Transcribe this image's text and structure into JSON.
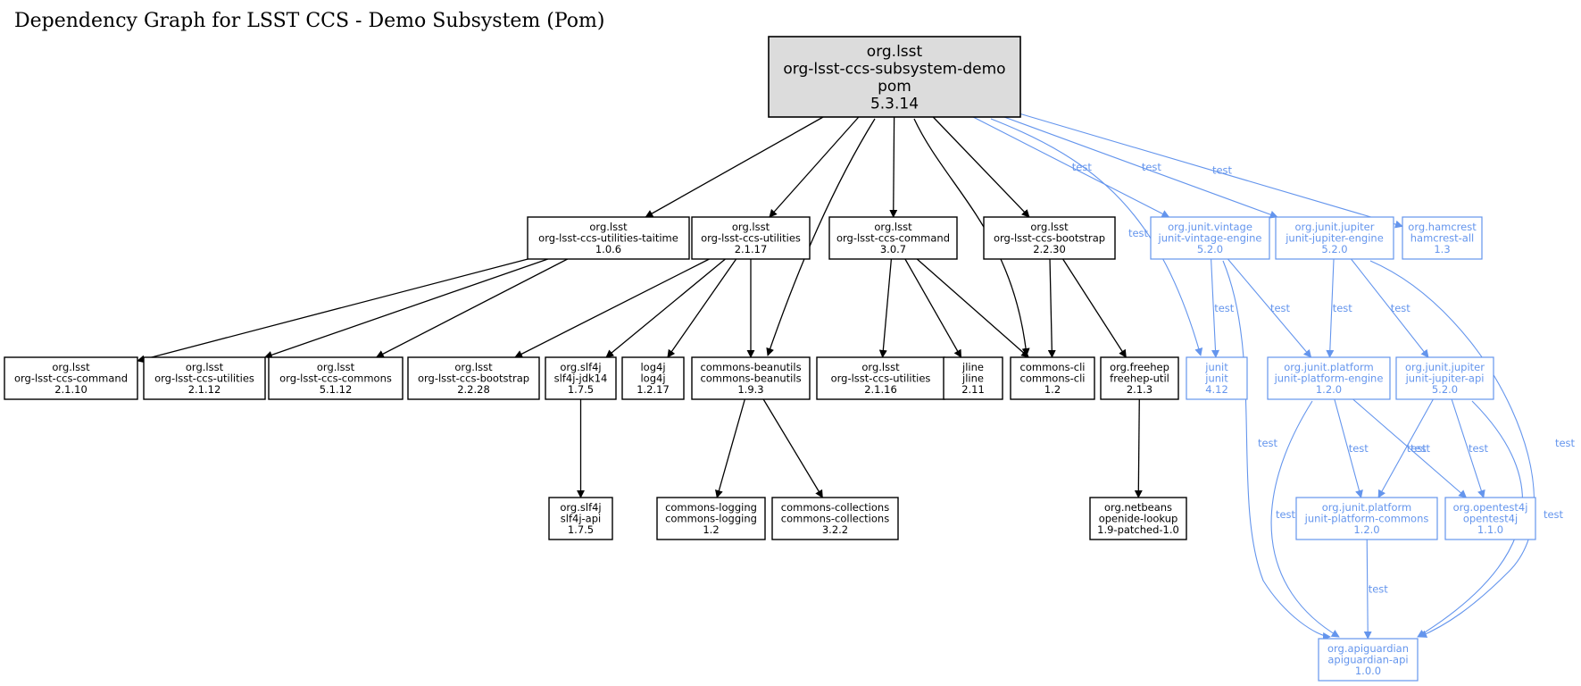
{
  "title": "Dependency Graph for LSST CCS - Demo Subsystem (Pom)",
  "colors": {
    "compile": "#000000",
    "test": "#6495ed",
    "root_fill": "#dcdcdc"
  },
  "nodes": [
    {
      "id": "root",
      "lines": [
        "org.lsst",
        "org-lsst-ccs-subsystem-demo",
        "pom",
        "5.3.14"
      ],
      "scope": "root"
    },
    {
      "id": "taitime",
      "lines": [
        "org.lsst",
        "org-lsst-ccs-utilities-taitime",
        "1.0.6"
      ],
      "scope": "compile"
    },
    {
      "id": "util2117",
      "lines": [
        "org.lsst",
        "org-lsst-ccs-utilities",
        "2.1.17"
      ],
      "scope": "compile"
    },
    {
      "id": "command307",
      "lines": [
        "org.lsst",
        "org-lsst-ccs-command",
        "3.0.7"
      ],
      "scope": "compile"
    },
    {
      "id": "bootstrap2230",
      "lines": [
        "org.lsst",
        "org-lsst-ccs-bootstrap",
        "2.2.30"
      ],
      "scope": "compile"
    },
    {
      "id": "vintage",
      "lines": [
        "org.junit.vintage",
        "junit-vintage-engine",
        "5.2.0"
      ],
      "scope": "test"
    },
    {
      "id": "jupiterengine",
      "lines": [
        "org.junit.jupiter",
        "junit-jupiter-engine",
        "5.2.0"
      ],
      "scope": "test"
    },
    {
      "id": "hamcrest",
      "lines": [
        "org.hamcrest",
        "hamcrest-all",
        "1.3"
      ],
      "scope": "test"
    },
    {
      "id": "command2110",
      "lines": [
        "org.lsst",
        "org-lsst-ccs-command",
        "2.1.10"
      ],
      "scope": "compile"
    },
    {
      "id": "util2112",
      "lines": [
        "org.lsst",
        "org-lsst-ccs-utilities",
        "2.1.12"
      ],
      "scope": "compile"
    },
    {
      "id": "commons5112",
      "lines": [
        "org.lsst",
        "org-lsst-ccs-commons",
        "5.1.12"
      ],
      "scope": "compile"
    },
    {
      "id": "bootstrap2228",
      "lines": [
        "org.lsst",
        "org-lsst-ccs-bootstrap",
        "2.2.28"
      ],
      "scope": "compile"
    },
    {
      "id": "slf4jjdk",
      "lines": [
        "org.slf4j",
        "slf4j-jdk14",
        "1.7.5"
      ],
      "scope": "compile"
    },
    {
      "id": "log4j",
      "lines": [
        "log4j",
        "log4j",
        "1.2.17"
      ],
      "scope": "compile"
    },
    {
      "id": "beanutils",
      "lines": [
        "commons-beanutils",
        "commons-beanutils",
        "1.9.3"
      ],
      "scope": "compile"
    },
    {
      "id": "util2116",
      "lines": [
        "org.lsst",
        "org-lsst-ccs-utilities",
        "2.1.16"
      ],
      "scope": "compile"
    },
    {
      "id": "jline",
      "lines": [
        "jline",
        "jline",
        "2.11"
      ],
      "scope": "compile"
    },
    {
      "id": "commonscli",
      "lines": [
        "commons-cli",
        "commons-cli",
        "1.2"
      ],
      "scope": "compile"
    },
    {
      "id": "freehep",
      "lines": [
        "org.freehep",
        "freehep-util",
        "2.1.3"
      ],
      "scope": "compile"
    },
    {
      "id": "junit",
      "lines": [
        "junit",
        "junit",
        "4.12"
      ],
      "scope": "test"
    },
    {
      "id": "platformengine",
      "lines": [
        "org.junit.platform",
        "junit-platform-engine",
        "1.2.0"
      ],
      "scope": "test"
    },
    {
      "id": "jupiterapi",
      "lines": [
        "org.junit.jupiter",
        "junit-jupiter-api",
        "5.2.0"
      ],
      "scope": "test"
    },
    {
      "id": "slf4japi",
      "lines": [
        "org.slf4j",
        "slf4j-api",
        "1.7.5"
      ],
      "scope": "compile"
    },
    {
      "id": "logging",
      "lines": [
        "commons-logging",
        "commons-logging",
        "1.2"
      ],
      "scope": "compile"
    },
    {
      "id": "collections",
      "lines": [
        "commons-collections",
        "commons-collections",
        "3.2.2"
      ],
      "scope": "compile"
    },
    {
      "id": "openide",
      "lines": [
        "org.netbeans",
        "openide-lookup",
        "1.9-patched-1.0"
      ],
      "scope": "compile"
    },
    {
      "id": "platformcommons",
      "lines": [
        "org.junit.platform",
        "junit-platform-commons",
        "1.2.0"
      ],
      "scope": "test"
    },
    {
      "id": "opentest4j",
      "lines": [
        "org.opentest4j",
        "opentest4j",
        "1.1.0"
      ],
      "scope": "test"
    },
    {
      "id": "apiguardian",
      "lines": [
        "org.apiguardian",
        "apiguardian-api",
        "1.0.0"
      ],
      "scope": "test"
    }
  ],
  "edges": [
    {
      "from": "root",
      "to": "taitime",
      "label": ""
    },
    {
      "from": "root",
      "to": "util2117",
      "label": ""
    },
    {
      "from": "root",
      "to": "beanutils",
      "label": ""
    },
    {
      "from": "root",
      "to": "command307",
      "label": ""
    },
    {
      "from": "root",
      "to": "commonscli",
      "label": ""
    },
    {
      "from": "root",
      "to": "bootstrap2230",
      "label": ""
    },
    {
      "from": "root",
      "to": "junit",
      "label": "test"
    },
    {
      "from": "root",
      "to": "vintage",
      "label": "test"
    },
    {
      "from": "root",
      "to": "jupiterengine",
      "label": "test"
    },
    {
      "from": "root",
      "to": "hamcrest",
      "label": "test"
    },
    {
      "from": "taitime",
      "to": "command2110",
      "label": ""
    },
    {
      "from": "taitime",
      "to": "util2112",
      "label": ""
    },
    {
      "from": "taitime",
      "to": "commons5112",
      "label": ""
    },
    {
      "from": "util2117",
      "to": "bootstrap2228",
      "label": ""
    },
    {
      "from": "util2117",
      "to": "slf4jjdk",
      "label": ""
    },
    {
      "from": "util2117",
      "to": "log4j",
      "label": ""
    },
    {
      "from": "util2117",
      "to": "beanutils",
      "label": ""
    },
    {
      "from": "command307",
      "to": "util2116",
      "label": ""
    },
    {
      "from": "command307",
      "to": "jline",
      "label": ""
    },
    {
      "from": "command307",
      "to": "commonscli",
      "label": ""
    },
    {
      "from": "bootstrap2230",
      "to": "commonscli",
      "label": ""
    },
    {
      "from": "bootstrap2230",
      "to": "freehep",
      "label": ""
    },
    {
      "from": "vintage",
      "to": "junit",
      "label": "test"
    },
    {
      "from": "vintage",
      "to": "platformengine",
      "label": "test"
    },
    {
      "from": "vintage",
      "to": "apiguardian",
      "label": "test"
    },
    {
      "from": "jupiterengine",
      "to": "platformengine",
      "label": "test"
    },
    {
      "from": "jupiterengine",
      "to": "jupiterapi",
      "label": "test"
    },
    {
      "from": "jupiterengine",
      "to": "apiguardian",
      "label": "test"
    },
    {
      "from": "slf4jjdk",
      "to": "slf4japi",
      "label": ""
    },
    {
      "from": "beanutils",
      "to": "logging",
      "label": ""
    },
    {
      "from": "beanutils",
      "to": "collections",
      "label": ""
    },
    {
      "from": "freehep",
      "to": "openide",
      "label": ""
    },
    {
      "from": "platformengine",
      "to": "apiguardian",
      "label": "test"
    },
    {
      "from": "platformengine",
      "to": "platformcommons",
      "label": "test"
    },
    {
      "from": "platformengine",
      "to": "opentest4j",
      "label": "test"
    },
    {
      "from": "jupiterapi",
      "to": "platformcommons",
      "label": "test"
    },
    {
      "from": "jupiterapi",
      "to": "opentest4j",
      "label": "test"
    },
    {
      "from": "jupiterapi",
      "to": "apiguardian",
      "label": "test"
    },
    {
      "from": "platformcommons",
      "to": "apiguardian",
      "label": "test"
    }
  ]
}
